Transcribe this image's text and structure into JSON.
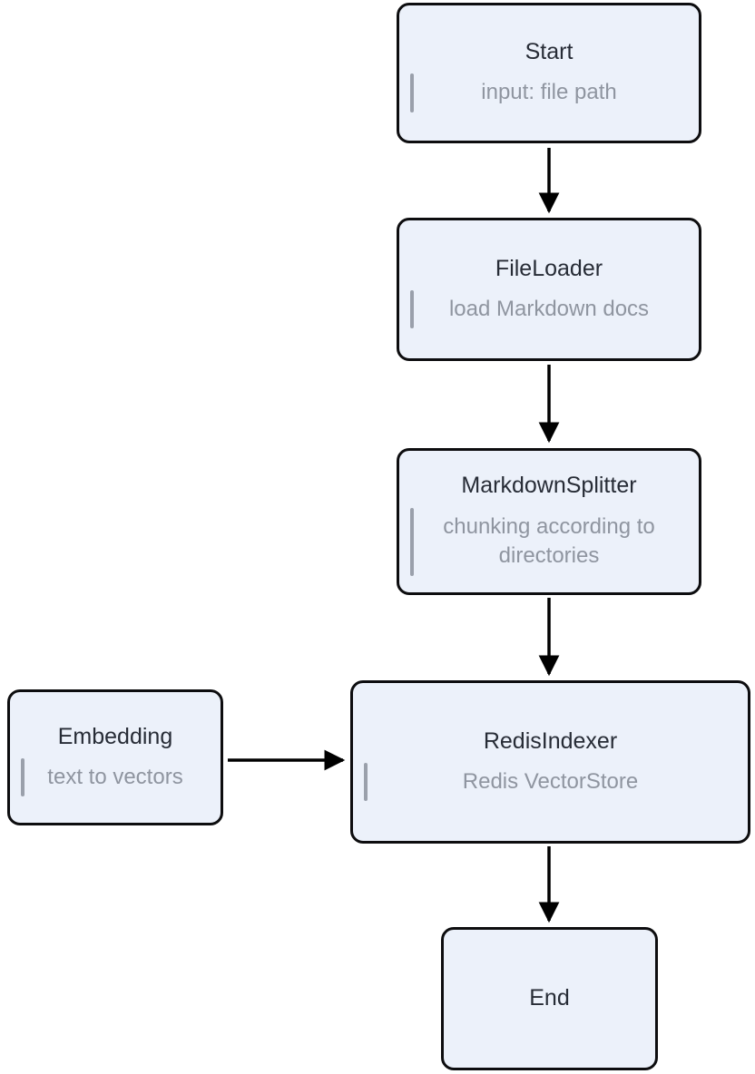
{
  "diagram": {
    "nodes": {
      "start": {
        "title": "Start",
        "subtitle": "input: file path"
      },
      "fileloader": {
        "title": "FileLoader",
        "subtitle": "load Markdown docs"
      },
      "markdownsplitter": {
        "title": "MarkdownSplitter",
        "subtitle": "chunking according to directories"
      },
      "embedding": {
        "title": "Embedding",
        "subtitle": "text to vectors"
      },
      "redisindexer": {
        "title": "RedisIndexer",
        "subtitle": "Redis VectorStore"
      },
      "end": {
        "title": "End"
      }
    },
    "edges": [
      {
        "from": "start",
        "to": "fileloader"
      },
      {
        "from": "fileloader",
        "to": "markdownsplitter"
      },
      {
        "from": "markdownsplitter",
        "to": "redisindexer"
      },
      {
        "from": "embedding",
        "to": "redisindexer"
      },
      {
        "from": "redisindexer",
        "to": "end"
      }
    ],
    "colors": {
      "background": "#ffffff",
      "node_fill": "#ECF1FA",
      "node_border": "#0d0d0f",
      "title_text": "#272c36",
      "subtitle_text": "#8f95a0",
      "quote_bar": "#9aa0ab",
      "arrow": "#000000"
    }
  }
}
